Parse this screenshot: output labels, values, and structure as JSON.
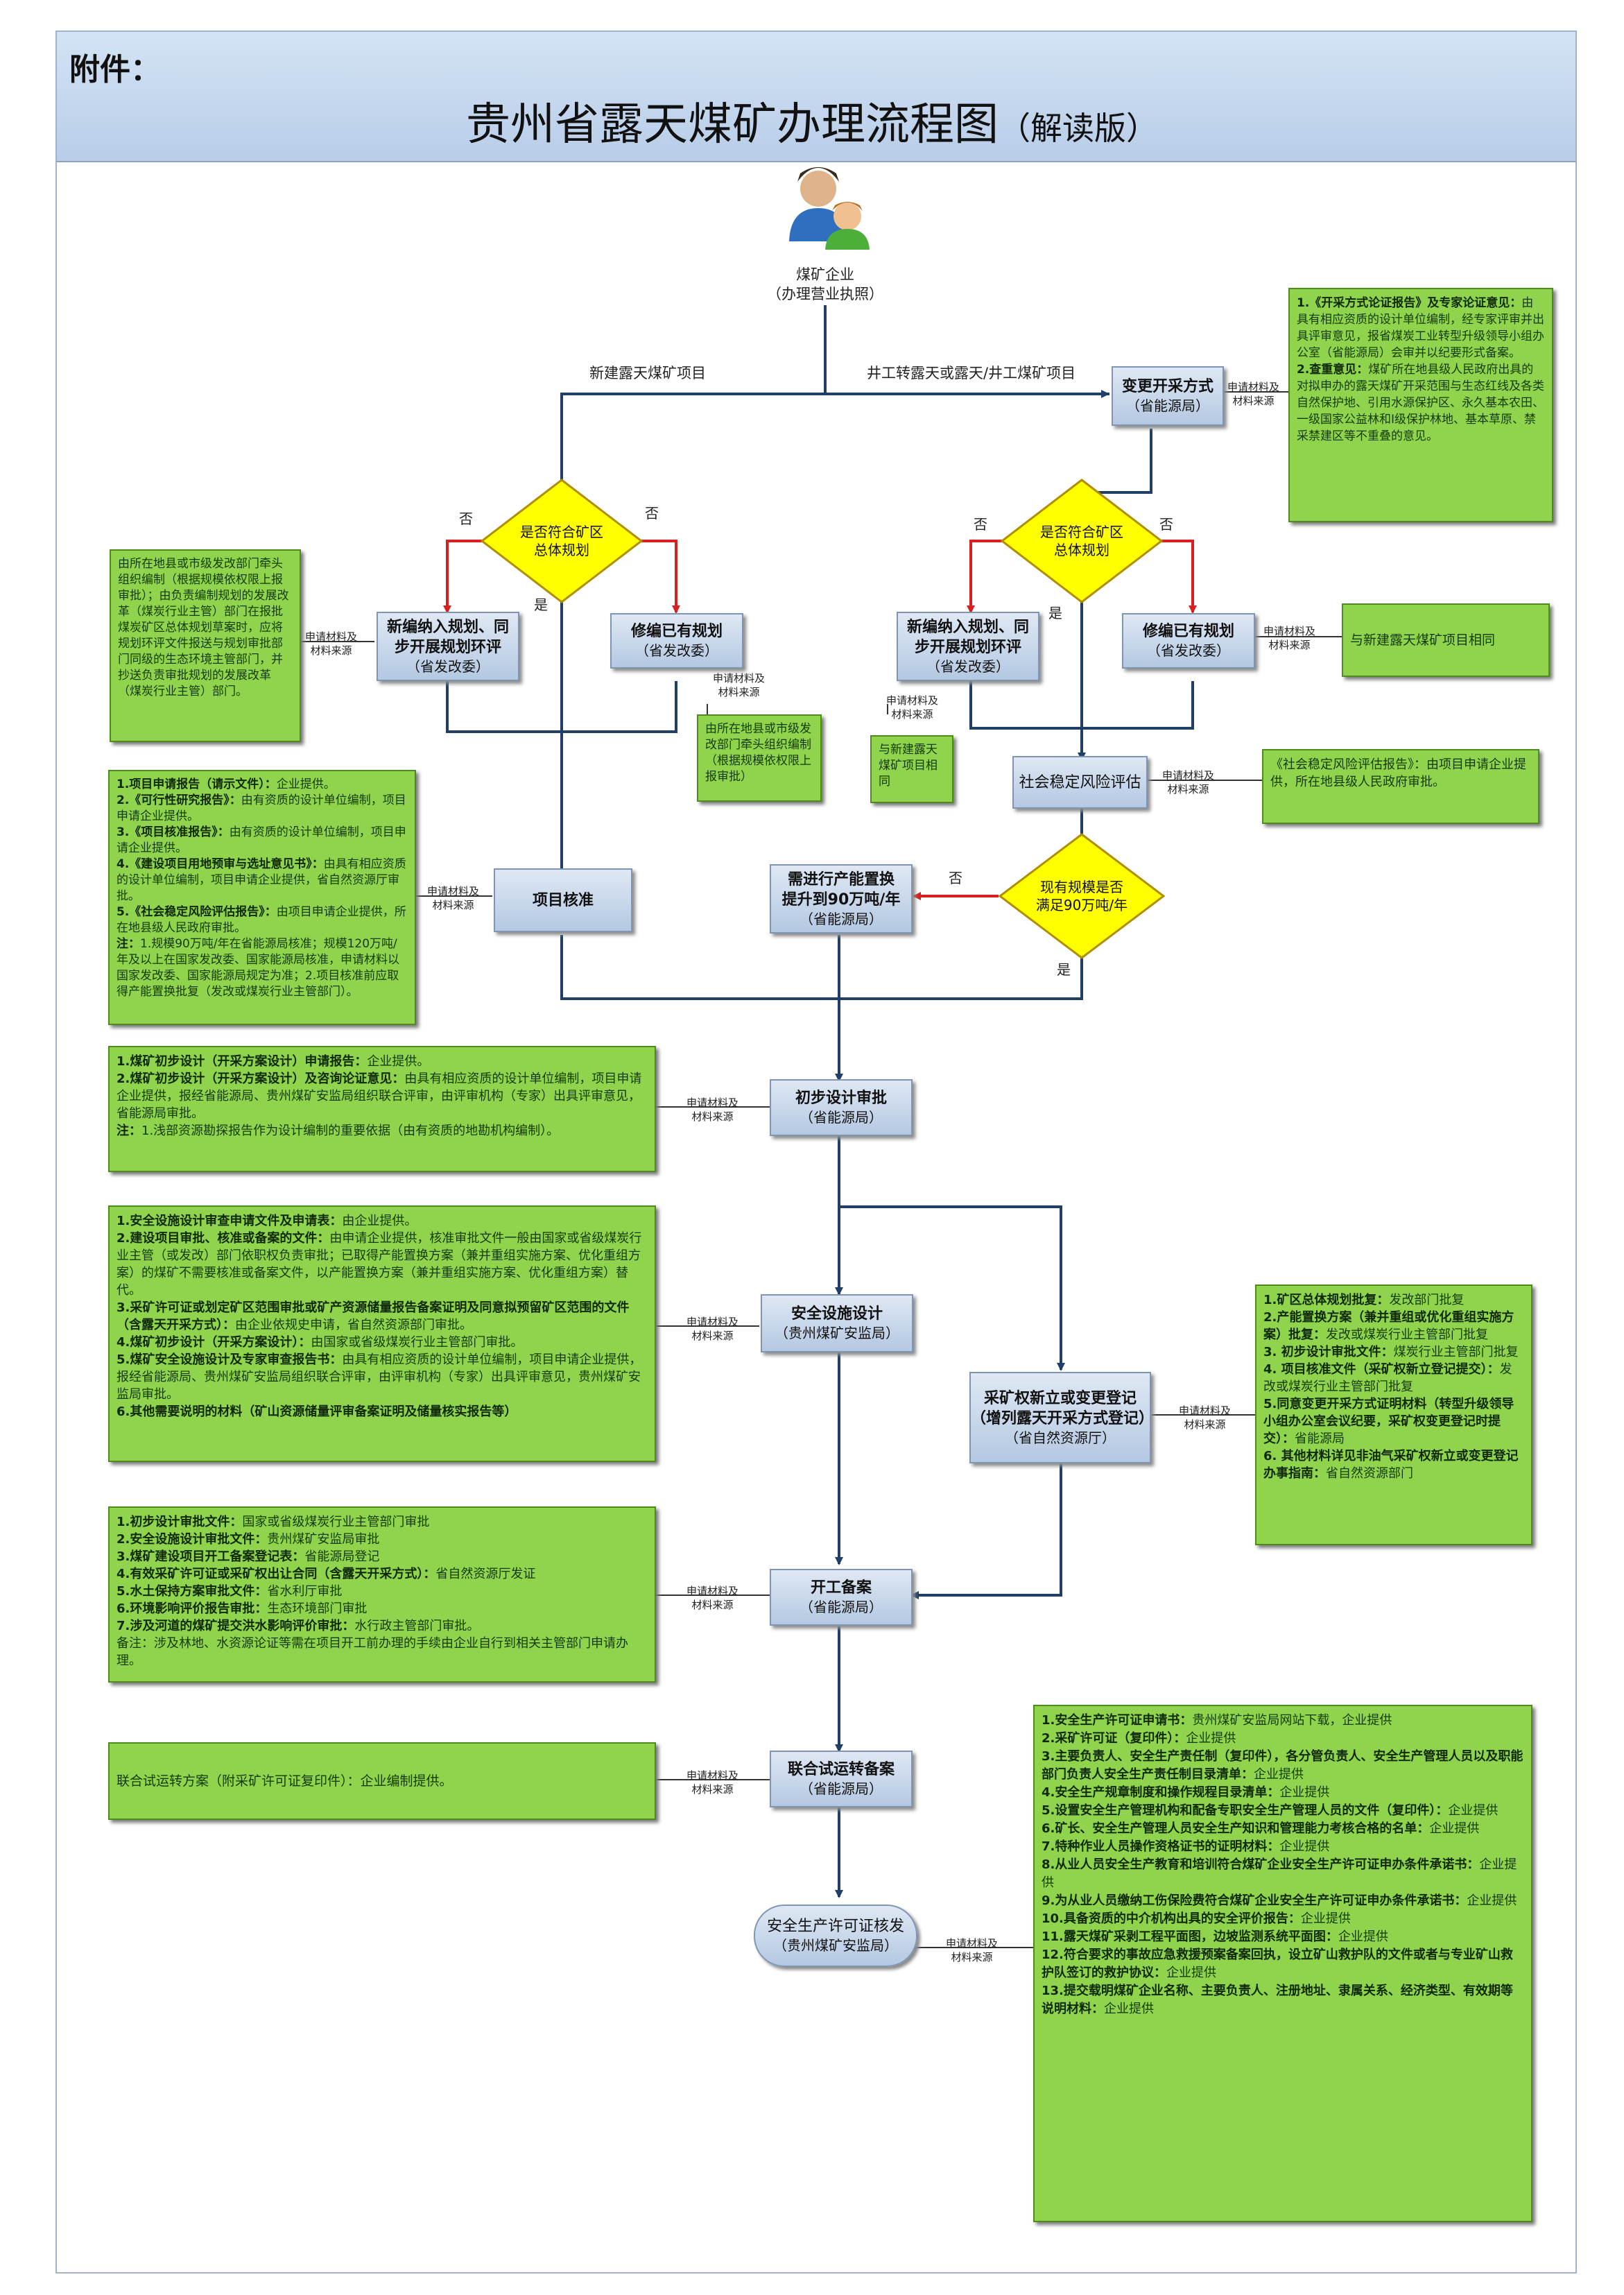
{
  "header": {
    "attachment": "附件：",
    "title": "贵州省露天煤矿办理流程图",
    "title_suffix": "（解读版）"
  },
  "start": {
    "line1": "煤矿企业",
    "line2": "（办理营业执照）"
  },
  "branch_labels": {
    "new": "新建露天煤矿项目",
    "convert": "井工转露天或露天/井工煤矿项目"
  },
  "source_label": {
    "l1": "申请材料及",
    "l2": "材料来源"
  },
  "answers": {
    "yes": "是",
    "no": "否"
  },
  "boxes": {
    "change_method": {
      "title": "变更开采方式",
      "dept": "（省能源局）"
    },
    "new_plan_left": {
      "l1": "新编纳入规划、同",
      "l2": "步开展规划环评",
      "dept": "（省发改委）"
    },
    "revise_plan_left": {
      "title": "修编已有规划",
      "dept": "（省发改委）"
    },
    "new_plan_right": {
      "l1": "新编纳入规划、同",
      "l2": "步开展规划环评",
      "dept": "（省发改委）"
    },
    "revise_plan_right": {
      "title": "修编已有规划",
      "dept": "（省发改委）"
    },
    "social_risk": {
      "title": "社会稳定风险评估"
    },
    "project_approval": {
      "title": "项目核准"
    },
    "capacity_replace": {
      "l1": "需进行产能置换",
      "l2": "提升到90万吨/年",
      "dept": "（省能源局）"
    },
    "prelim_design": {
      "title": "初步设计审批",
      "dept": "（省能源局）"
    },
    "safety_design": {
      "title": "安全设施设计",
      "dept": "（贵州煤矿安监局）"
    },
    "mining_right": {
      "l1": "采矿权新立或变更登记",
      "l2": "（增列露天开采方式登记）",
      "dept": "（省自然资源厅）"
    },
    "start_filing": {
      "title": "开工备案",
      "dept": "（省能源局）"
    },
    "trial_filing": {
      "title": "联合试运转备案",
      "dept": "（省能源局）"
    },
    "safety_license": {
      "title": "安全生产许可证核发",
      "dept": "（贵州煤矿安监局）"
    }
  },
  "decisions": {
    "left": {
      "l1": "是否符合矿区",
      "l2": "总体规划"
    },
    "right": {
      "l1": "是否符合矿区",
      "l2": "总体规划"
    },
    "scale": {
      "l1": "现有规模是否",
      "l2": "满足90万吨/年"
    }
  },
  "notes": {
    "change_method": [
      {
        "b": "1.《开采方式论证报告》及专家论证意见：",
        "t": "由具有相应资质的设计单位编制，经专家评审并出具评审意见，报省煤炭工业转型升级领导小组办公室（省能源局）会审并以纪要形式备案。"
      },
      {
        "b": "2.查重意见：",
        "t": "煤矿所在地县级人民政府出具的对拟申办的露天煤矿开采范围与生态红线及各类自然保护地、引用水源保护区、永久基本农田、一级国家公益林和Ⅰ级保护林地、基本草原、禁采禁建区等不重叠的意见。"
      }
    ],
    "left_plan": "由所在地县或市级发改部门牵头组织编制（根据规模依权限上报审批）；由负责编制规划的发展改革（煤炭行业主管）部门在报批煤炭矿区总体规划草案时，应将规划环评文件报送与规划审批部门同级的生态环境主管部门，并抄送负责审批规划的发展改革（煤炭行业主管）部门。",
    "left_revise": "由所在地县或市级发改部门牵头组织编制（根据规模依权限上报审批）",
    "right_plan": "与新建露天煤矿项目相同",
    "right_revise": "与新建露天煤矿项目相同",
    "social_risk": "《社会稳定风险评估报告》：由项目申请企业提供，所在地县级人民政府审批。",
    "project_approval": [
      {
        "b": "1.项目申请报告（请示文件）：",
        "t": "企业提供。"
      },
      {
        "b": "2.《可行性研究报告》：",
        "t": "由有资质的设计单位编制，项目申请企业提供。"
      },
      {
        "b": "3.《项目核准报告》：",
        "t": "由有资质的设计单位编制，项目申请企业提供。"
      },
      {
        "b": "4.《建设项目用地预审与选址意见书》：",
        "t": "由具有相应资质的设计单位编制，项目申请企业提供，省自然资源厅审批。"
      },
      {
        "b": "5.《社会稳定风险评估报告》：",
        "t": "由项目申请企业提供，所在地县级人民政府审批。"
      },
      {
        "b": "注：",
        "t": "1.规模90万吨/年在省能源局核准；规模120万吨/年及以上在国家发改委、国家能源局核准，申请材料以国家发改委、国家能源局规定为准；2.项目核准前应取得产能置换批复（发改或煤炭行业主管部门）。"
      }
    ],
    "prelim_design": [
      {
        "b": "1.煤矿初步设计（开采方案设计）申请报告：",
        "t": "企业提供。"
      },
      {
        "b": "2.煤矿初步设计（开采方案设计）及咨询论证意见：",
        "t": "由具有相应资质的设计单位编制，项目申请企业提供，报经省能源局、贵州煤矿安监局组织联合评审，由评审机构（专家）出具评审意见，省能源局审批。"
      },
      {
        "b": "注：",
        "t": "1.浅部资源勘探报告作为设计编制的重要依据（由有资质的地勘机构编制）。"
      }
    ],
    "safety_design": [
      {
        "b": "1.安全设施设计审查申请文件及申请表：",
        "t": "由企业提供。"
      },
      {
        "b": "2.建设项目审批、核准或备案的文件：",
        "t": "由申请企业提供，核准审批文件一般由国家或省级煤炭行业主管（或发改）部门依职权负责审批；已取得产能置换方案（兼并重组实施方案、优化重组方案）的煤矿不需要核准或备案文件，以产能置换方案（兼并重组实施方案、优化重组方案）替代。"
      },
      {
        "b": "3.采矿许可证或划定矿区范围审批或矿产资源储量报告备案证明及同意拟预留矿区范围的文件（含露天开采方式）：",
        "t": "由企业依规史申请，省自然资源部门审批。"
      },
      {
        "b": "4.煤矿初步设计（开采方案设计）：",
        "t": "由国家或省级煤炭行业主管部门审批。"
      },
      {
        "b": "5.煤矿安全设施设计及专家审查报告书：",
        "t": "由具有相应资质的设计单位编制，项目申请企业提供，报经省能源局、贵州煤矿安监局组织联合评审，由评审机构（专家）出具评审意见，贵州煤矿安监局审批。"
      },
      {
        "b": "6.其他需要说明的材料（矿山资源储量评审备案证明及储量核实报告等）",
        "t": ""
      }
    ],
    "mining_right": [
      {
        "b": "1.矿区总体规划批复：",
        "t": "发改部门批复"
      },
      {
        "b": "2.产能置换方案（兼并重组或优化重组实施方案）批复：",
        "t": "发改或煤炭行业主管部门批复"
      },
      {
        "b": "3. 初步设计审批文件：",
        "t": "煤炭行业主管部门批复"
      },
      {
        "b": "4. 项目核准文件（采矿权新立登记提交）：",
        "t": "发改或煤炭行业主管部门批复"
      },
      {
        "b": "5.同意变更开采方式证明材料（转型升级领导小组办公室会议纪要，采矿权变更登记时提交）：",
        "t": "省能源局"
      },
      {
        "b": "6. 其他材料详见非油气采矿权新立或变更登记办事指南：",
        "t": "省自然资源部门"
      }
    ],
    "start_filing": [
      {
        "b": "1.初步设计审批文件：",
        "t": "国家或省级煤炭行业主管部门审批"
      },
      {
        "b": "2.安全设施设计审批文件：",
        "t": "贵州煤矿安监局审批"
      },
      {
        "b": "3.煤矿建设项目开工备案登记表：",
        "t": "省能源局登记"
      },
      {
        "b": "4.有效采矿许可证或采矿权出让合同（含露天开采方式）：",
        "t": "省自然资源厅发证"
      },
      {
        "b": "5.水土保持方案审批文件：",
        "t": "省水利厅审批"
      },
      {
        "b": "6.环境影响评价报告审批：",
        "t": "生态环境部门审批"
      },
      {
        "b": "7.涉及河道的煤矿提交洪水影响评价审批：",
        "t": "水行政主管部门审批。"
      },
      {
        "b": "",
        "t": "备注：涉及林地、水资源论证等需在项目开工前办理的手续由企业自行到相关主管部门申请办理。"
      }
    ],
    "trial_filing": [
      {
        "b": "",
        "t": "联合试运转方案（附采矿许可证复印件）：企业编制提供。"
      }
    ],
    "safety_license": [
      {
        "b": "1.安全生产许可证申请书：",
        "t": "贵州煤矿安监局网站下载，企业提供"
      },
      {
        "b": "2.采矿许可证（复印件）：",
        "t": "企业提供"
      },
      {
        "b": "3.主要负责人、安全生产责任制（复印件），各分管负责人、安全生产管理人员以及职能部门负责人安全生产责任制目录清单：",
        "t": "企业提供"
      },
      {
        "b": "4.安全生产规章制度和操作规程目录清单：",
        "t": "企业提供"
      },
      {
        "b": "5.设置安全生产管理机构和配备专职安全生产管理人员的文件（复印件）：",
        "t": "企业提供"
      },
      {
        "b": "6.矿长、安全生产管理人员安全生产知识和管理能力考核合格的名单：",
        "t": "企业提供"
      },
      {
        "b": "7.特种作业人员操作资格证书的证明材料：",
        "t": "企业提供"
      },
      {
        "b": "8.从业人员安全生产教育和培训符合煤矿企业安全生产许可证申办条件承诺书：",
        "t": "企业提供"
      },
      {
        "b": "9.为从业人员缴纳工伤保险费符合煤矿企业安全生产许可证申办条件承诺书：",
        "t": "企业提供"
      },
      {
        "b": "10.具备资质的中介机构出具的安全评价报告：",
        "t": "企业提供"
      },
      {
        "b": "11.露天煤矿采剥工程平面图，边坡监测系统平面图：",
        "t": "企业提供"
      },
      {
        "b": "12.符合要求的事故应急救援预案备案回执，设立矿山救护队的文件或者与专业矿山救护队签订的救护协议：",
        "t": "企业提供"
      },
      {
        "b": "13.提交载明煤矿企业名称、主要负责人、注册地址、隶属关系、经济类型、有效期等说明材料：",
        "t": "企业提供"
      }
    ]
  }
}
